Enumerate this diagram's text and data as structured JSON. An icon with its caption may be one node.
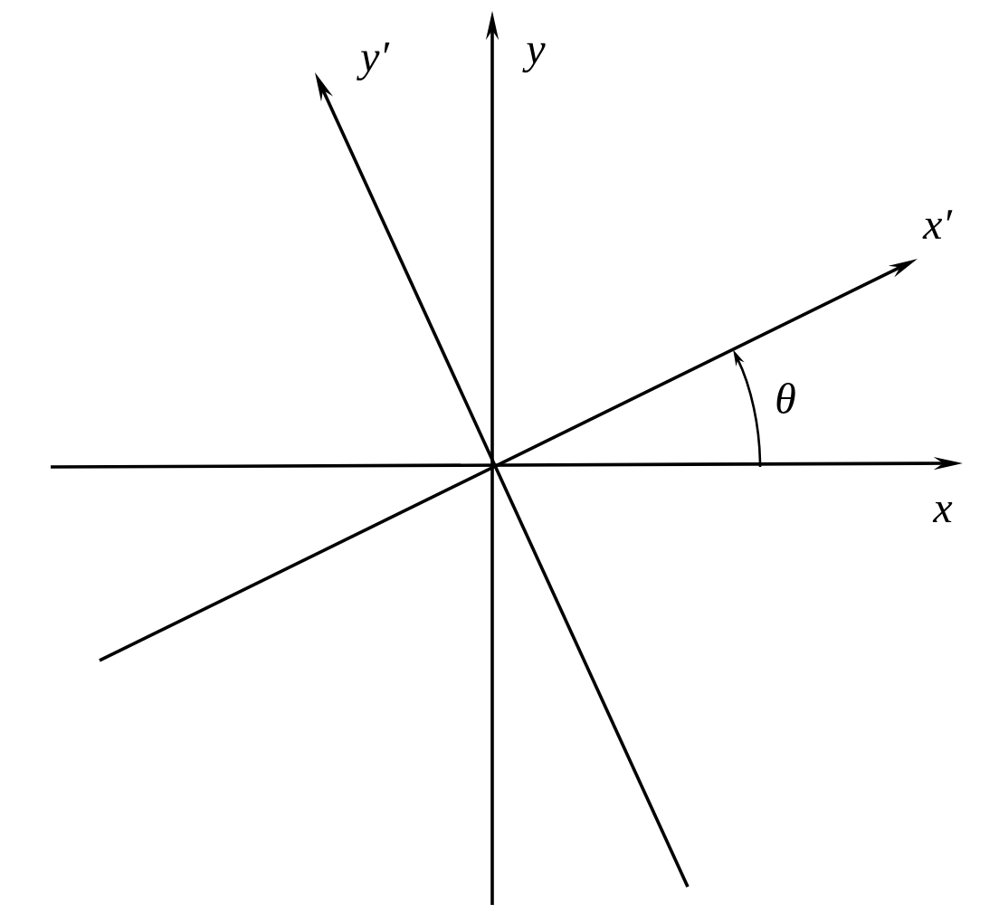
{
  "diagram": {
    "labels": [
      "y′",
      "y",
      "x′",
      "θ",
      "x"
    ]
  }
}
